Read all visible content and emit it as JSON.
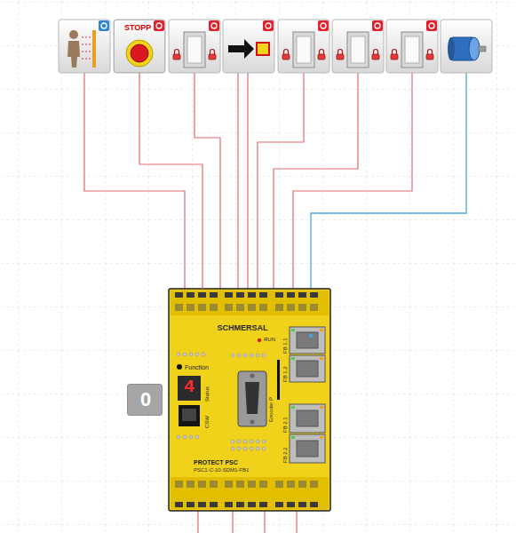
{
  "diagram": {
    "nodes": [
      {
        "text": [
          "STOPP"
        ]
      },
      {
        "text": [
          "SCHMERSAL",
          "RUN",
          "Function",
          "4",
          "Status",
          "CSW",
          "Encoder P",
          "FB 1.1",
          "FB 1.2",
          "FB 2.1",
          "FB 2.2",
          "PROTECT PSC",
          "PSC1-C-10-SDM1-FB1"
        ]
      },
      {
        "text": [
          "0"
        ]
      }
    ],
    "edges": [
      {
        "from": 0,
        "to": 1,
        "arrow": "none"
      }
    ]
  }
}
